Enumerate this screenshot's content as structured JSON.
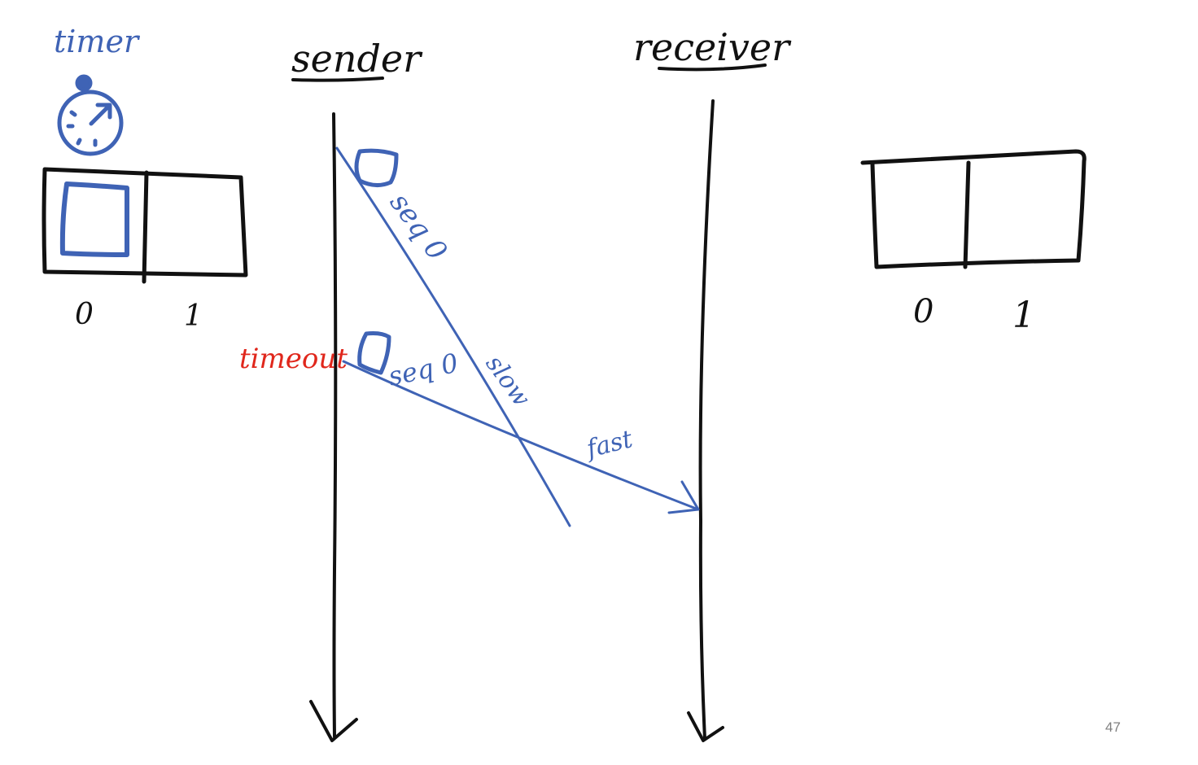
{
  "labels": {
    "timer": "timer",
    "sender": "sender",
    "receiver": "receiver",
    "timeout": "timeout",
    "seq_first": "seq 0",
    "seq_second": "seq 0",
    "slow": "slow",
    "fast": "fast"
  },
  "sender_buffer": {
    "slot_labels": [
      "0",
      "1"
    ]
  },
  "receiver_buffer": {
    "slot_labels": [
      "0",
      "1"
    ]
  },
  "page_number": "47",
  "colors": {
    "ink_black": "#111111",
    "ink_blue": "#3f63b5",
    "ink_red": "#e0271c",
    "page_number_gray": "#7f7f7f"
  },
  "icons": {
    "timer": "stopwatch-icon",
    "packet": "packet-square-icon"
  }
}
